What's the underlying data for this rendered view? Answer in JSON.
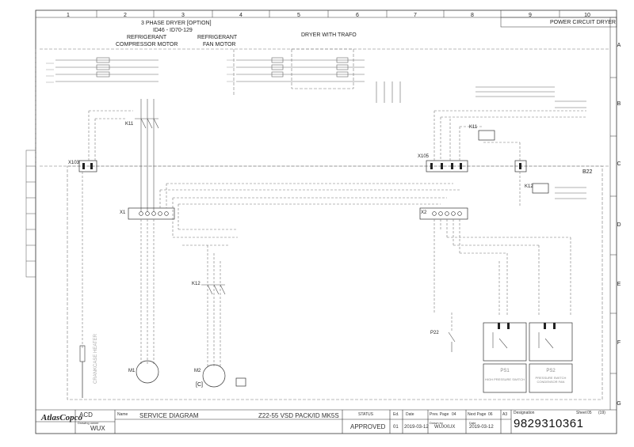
{
  "grid": {
    "columns": [
      "1",
      "2",
      "3",
      "4",
      "5",
      "6",
      "7",
      "8",
      "9",
      "10"
    ],
    "rows": [
      "A",
      "B",
      "C",
      "D",
      "E",
      "F",
      "G"
    ]
  },
  "header": {
    "title_line1": "3 PHASE DRYER [OPTION]",
    "title_line2": "ID46 - ID70-129",
    "refrigerant_compressor_line1": "REFRIGERANT",
    "refrigerant_compressor_line2": "COMPRESSOR MOTOR",
    "refrigerant_fan_line1": "REFRIGERANT",
    "refrigerant_fan_line2": "FAN MOTOR",
    "dryer_with_trafo": "DRYER WITH TRAFO",
    "power_circuit_dryer": "POWER CIRCUIT DRYER"
  },
  "components": {
    "x103": "X103",
    "x105": "X105",
    "x1": "X1",
    "x2": "X2",
    "k11": "K11",
    "k11_right": "K11",
    "k12": "K12",
    "k12_lower": "K12",
    "b22": "B22",
    "m1": "M1",
    "m2": "M2",
    "c_tag": "[C]",
    "p22": "P22",
    "ps1_label": "PS1",
    "ps2_label": "PS2",
    "ps1_text": "HIGH PRESSURE SWITCH",
    "ps2_text": "PRESSURE SWITCH CONDENSOR FAN",
    "crankcase_heater": "CRANKCASE HEATER"
  },
  "title_block": {
    "logo": "AtlasCopco",
    "company": "ACD",
    "drawing_owner_label": "Drawing owner",
    "drawing_owner": "WUX",
    "name_label": "Name",
    "name": "SERVICE DIAGRAM",
    "product": "Z22-55 VSD PACK/ID MK5S",
    "status_label": "STATUS",
    "status": "APPROVED",
    "ed_label": "Ed.",
    "ed": "01",
    "date_label": "Date",
    "date": "2019-03-12",
    "prev_page_label": "Prev. Page",
    "prev_page": "04",
    "next_page_label": "Next Page",
    "next_page": "06",
    "format": "A3",
    "drawn_by_label": "Drawn by",
    "drawn_by": "WUXXUX",
    "date2_label": "Date",
    "date2": "2019-03-12",
    "designation_label": "Designation",
    "designation": "9829310361",
    "sheet_label": "Sheet",
    "sheet": "05",
    "total": "(19)"
  },
  "colors": {
    "line": "#555555",
    "dash": "#777777",
    "border": "#333333"
  }
}
